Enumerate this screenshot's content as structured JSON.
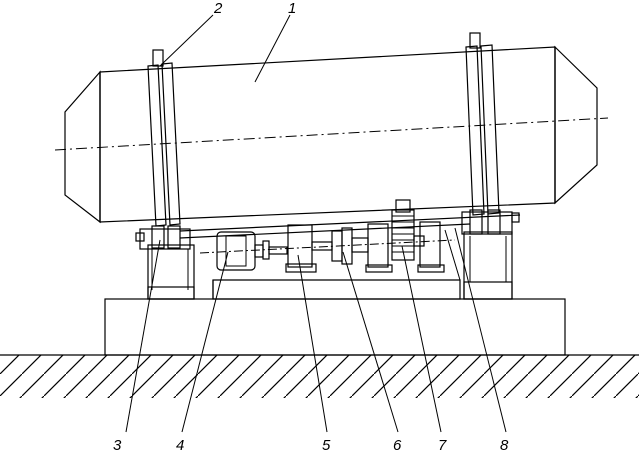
{
  "callouts": {
    "c1": "1",
    "c2": "2",
    "c3": "3",
    "c4": "4",
    "c5": "5",
    "c6": "6",
    "c7": "7",
    "c8": "8"
  },
  "colors": {
    "line": "#000000",
    "background": "#ffffff",
    "shell_light": "#f2f2f2",
    "shell_dark": "#8a8a8a"
  }
}
